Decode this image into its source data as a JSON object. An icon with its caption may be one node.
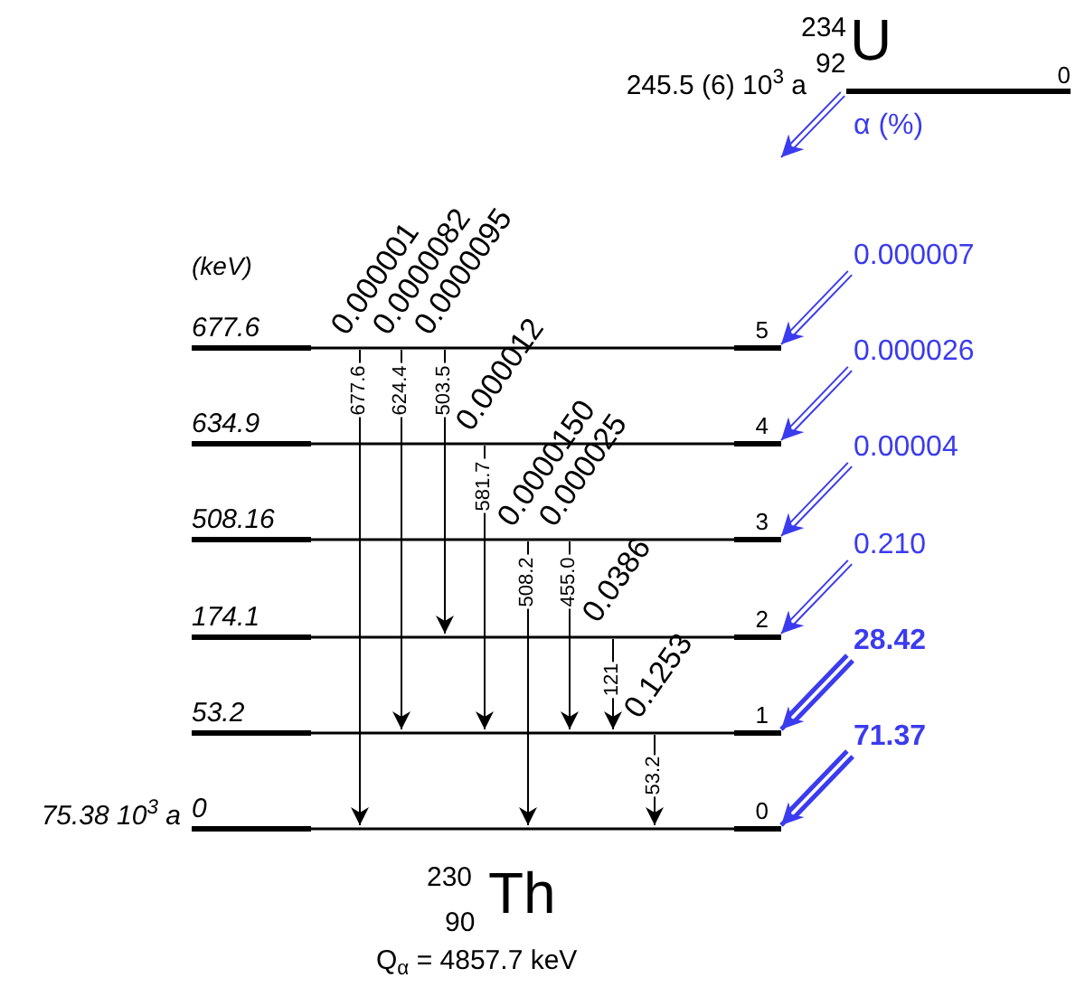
{
  "diagram": {
    "nodes": [
      {
        "text": [],
        "shape": "bar",
        "beside": [
          "0",
          "245.5 (6) 10$^{3}$ a"
        ]
      },
      {
        "text": [],
        "shape": "bar",
        "beside": [
          "677.6",
          "5"
        ]
      },
      {
        "text": [],
        "shape": "bar",
        "beside": [
          "634.9",
          "4"
        ]
      },
      {
        "text": [],
        "shape": "bar",
        "beside": [
          "508.16",
          "3"
        ]
      },
      {
        "text": [],
        "shape": "bar",
        "beside": [
          "174.1",
          "2"
        ]
      },
      {
        "text": [],
        "shape": "bar",
        "beside": [
          "53.2",
          "1"
        ]
      },
      {
        "text": [],
        "shape": "bar",
        "beside": [
          "0",
          "0",
          "75.38 10$^{3}$ a"
        ]
      }
    ],
    "edges": [
      {
        "from": 0,
        "to": null,
        "arrow": "to",
        "label": "α (%)",
        "color": "#3b3bef"
      },
      {
        "from": null,
        "to": 1,
        "arrow": "to",
        "label": "0.000007",
        "color": "#3b3bef"
      },
      {
        "from": null,
        "to": 2,
        "arrow": "to",
        "label": "0.000026",
        "color": "#3b3bef"
      },
      {
        "from": null,
        "to": 3,
        "arrow": "to",
        "label": "0.00004",
        "color": "#3b3bef"
      },
      {
        "from": null,
        "to": 4,
        "arrow": "to",
        "label": "0.210",
        "color": "#3b3bef"
      },
      {
        "from": null,
        "to": 5,
        "arrow": "to",
        "label": "28.42",
        "color": "#3b3bef",
        "style": "thick"
      },
      {
        "from": null,
        "to": 6,
        "arrow": "to",
        "label": "71.37",
        "color": "#3b3bef",
        "style": "thick"
      },
      {
        "from": 1,
        "to": 6,
        "arrow": "to",
        "label": "677.6"
      },
      {
        "from": 1,
        "to": 5,
        "arrow": "to",
        "label": "624.4"
      },
      {
        "from": 1,
        "to": 4,
        "arrow": "to",
        "label": "503.5"
      },
      {
        "from": 2,
        "to": 5,
        "arrow": "to",
        "label": "581.7"
      },
      {
        "from": 3,
        "to": 6,
        "arrow": "to",
        "label": "508.2"
      },
      {
        "from": 3,
        "to": 5,
        "arrow": "to",
        "label": "455.0"
      },
      {
        "from": 4,
        "to": 5,
        "arrow": "to",
        "label": "121"
      },
      {
        "from": 5,
        "to": 6,
        "arrow": "to",
        "label": "53.2"
      }
    ],
    "labels": [
      "(keV)",
      "234",
      "92",
      "U",
      "0.000001",
      "0.0000082",
      "0.0000095",
      "0.000012",
      "0.0000150",
      "0.000025",
      "0.0386",
      "0.1253",
      "230",
      "90",
      "Th",
      "Q$_{α}$ = 4857.7 keV"
    ]
  }
}
